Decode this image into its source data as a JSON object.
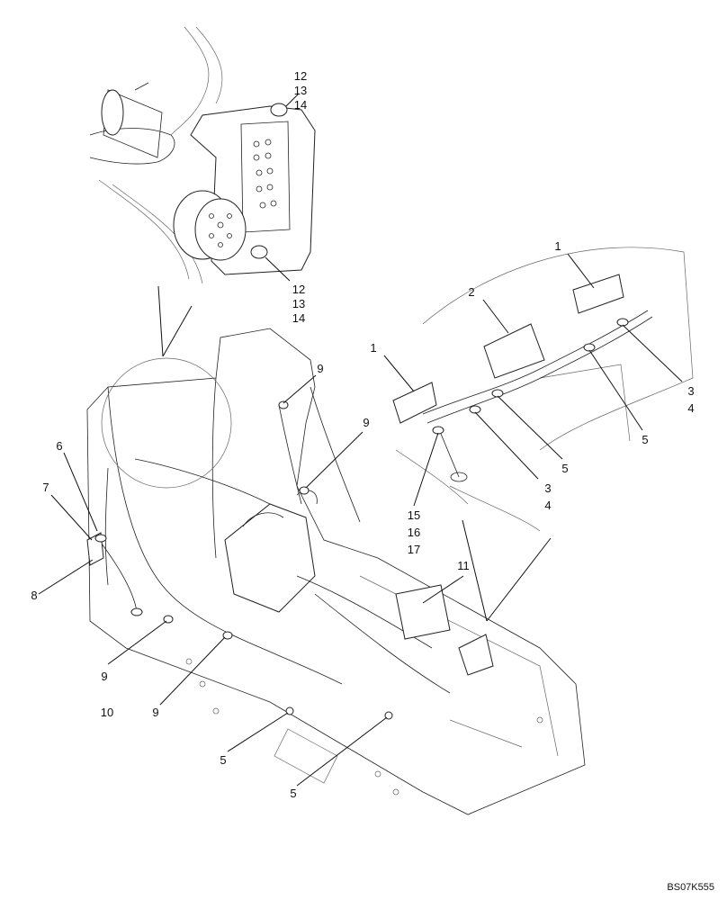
{
  "callouts": {
    "c1a": "1",
    "c1b": "1",
    "c2": "2",
    "c3a": "3",
    "c4a": "4",
    "c3b": "3",
    "c4b": "4",
    "c5a": "5",
    "c5b": "5",
    "c5c": "5",
    "c5d": "5",
    "c6": "6",
    "c7": "7",
    "c8": "8",
    "c9a": "9",
    "c9b": "9",
    "c9c": "9",
    "c9d": "9",
    "c10": "10",
    "c11": "11",
    "c12a": "12",
    "c13a": "13",
    "c14a": "14",
    "c12b": "12",
    "c13b": "13",
    "c14b": "14",
    "c15": "15",
    "c16": "16",
    "c17": "17"
  },
  "reference_code": "BS07K555"
}
